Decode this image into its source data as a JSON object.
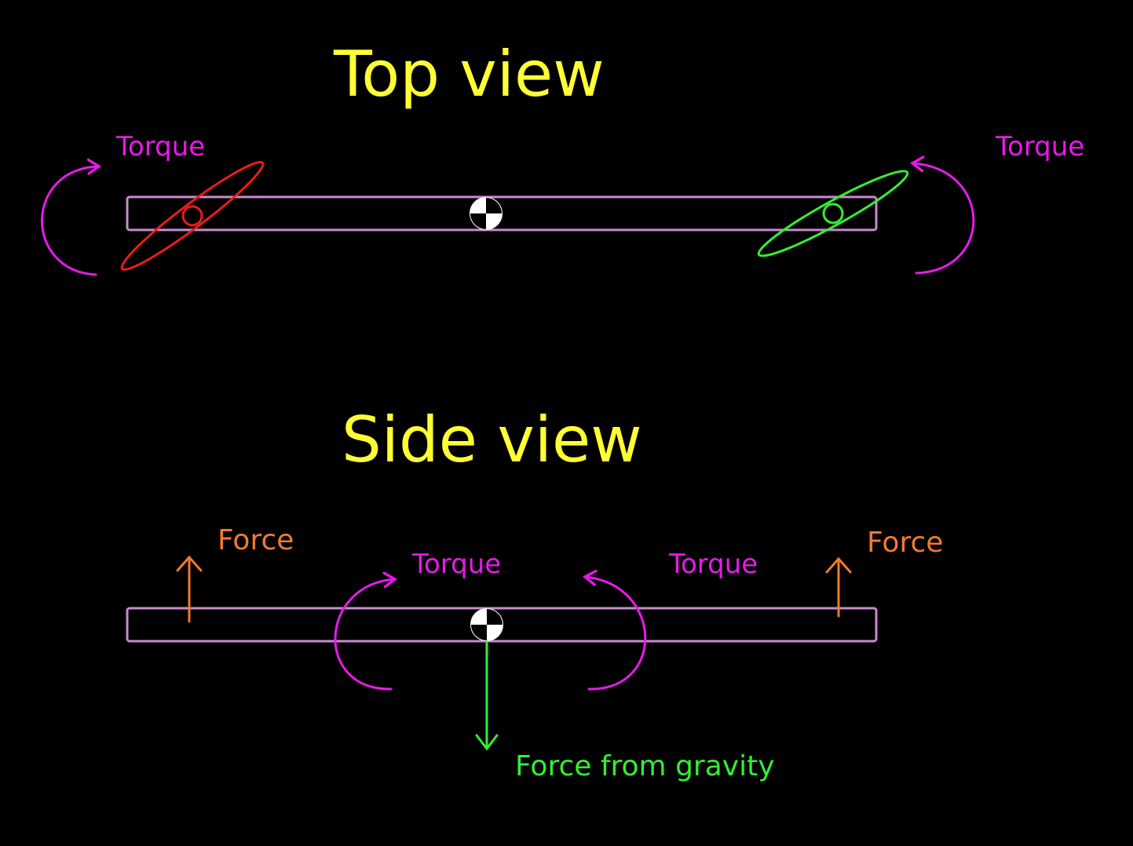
{
  "colors": {
    "background": "#000000",
    "title": "#ffff33",
    "torque": "#e81ae8",
    "force": "#f07a2e",
    "gravity": "#33ee33",
    "beam": "#c98ad0",
    "prop_left": "#ee1a1a",
    "prop_right": "#33ee33",
    "cg_marker": "#ffffff"
  },
  "top_view": {
    "title": "Top view",
    "torque_left": "Torque",
    "torque_right": "Torque"
  },
  "side_view": {
    "title": "Side view",
    "force_left": "Force",
    "force_right": "Force",
    "torque_left": "Torque",
    "torque_right": "Torque",
    "gravity_label": "Force from gravity"
  },
  "icons": {
    "center_of_gravity": "center-of-gravity-icon",
    "propeller": "propeller-icon",
    "arrow": "arrow-icon"
  }
}
